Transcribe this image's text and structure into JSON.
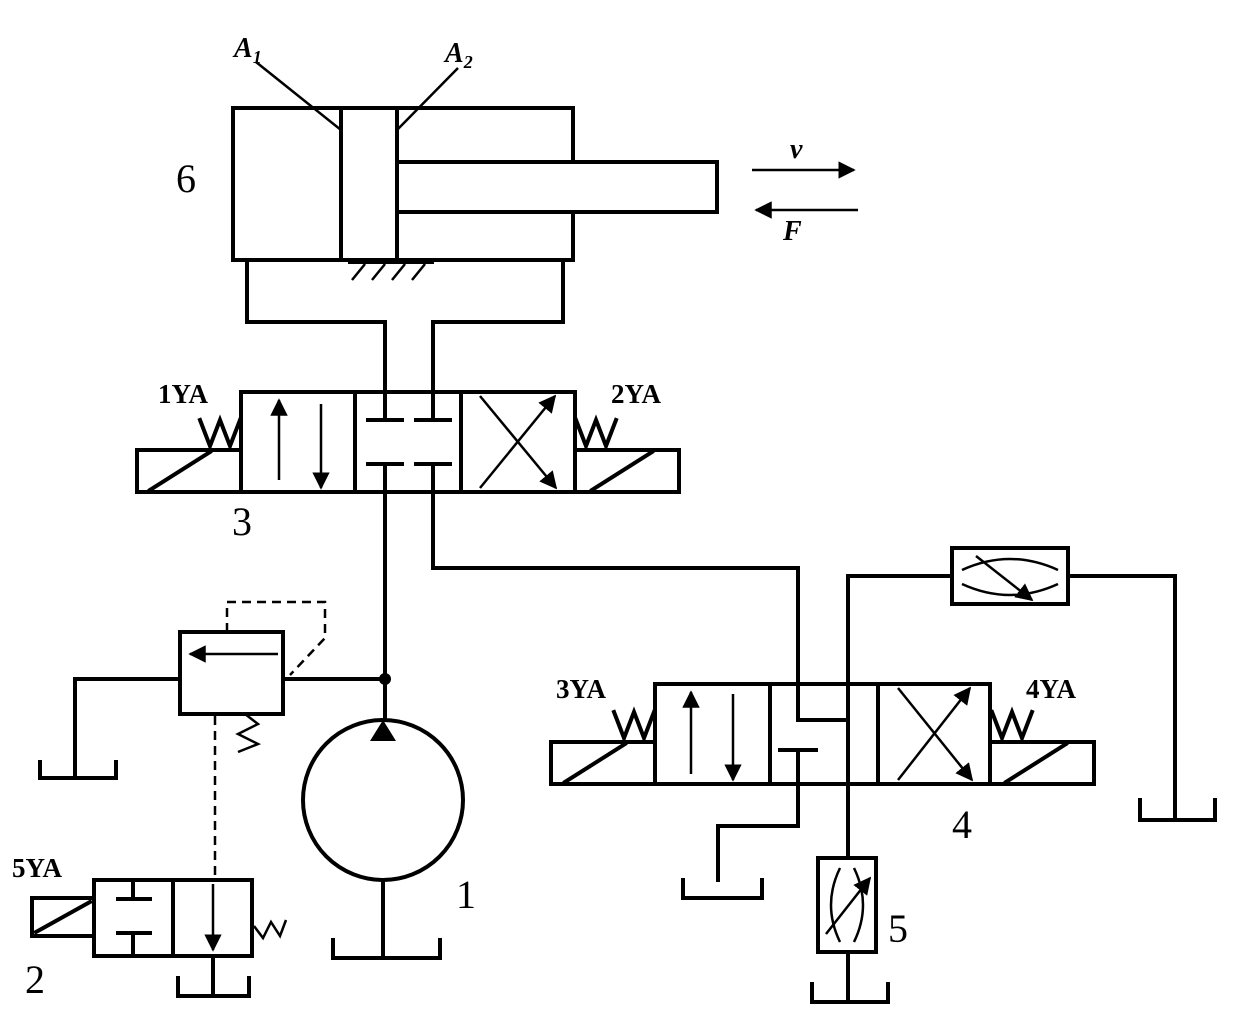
{
  "labels": {
    "cylinder": "6",
    "pump": "1",
    "unloading_valve": "2",
    "main_valve": "3",
    "speed_valve": "4",
    "throttle": "5"
  },
  "solenoids": {
    "sol1": "1YA",
    "sol2": "2YA",
    "sol3": "3YA",
    "sol4": "4YA",
    "sol5": "5YA"
  },
  "areas": {
    "a1_main": "A",
    "a1_sub": "1",
    "a2_main": "A",
    "a2_sub": "2"
  },
  "vectors": {
    "velocity": "v",
    "force": "F"
  }
}
